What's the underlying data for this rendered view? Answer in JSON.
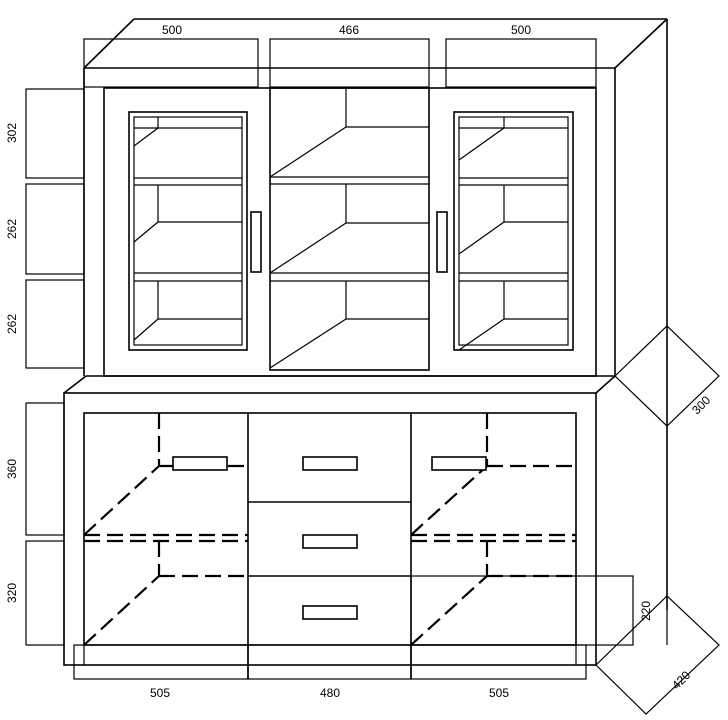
{
  "dimensions": {
    "top_widths": [
      "500",
      "466",
      "500"
    ],
    "upper_heights": [
      "302",
      "262",
      "262"
    ],
    "lower_heights": [
      "360",
      "320"
    ],
    "bottom_widths": [
      "505",
      "480",
      "505"
    ],
    "upper_depth": "300",
    "lower_depth": "420",
    "lower_offset": "220"
  }
}
